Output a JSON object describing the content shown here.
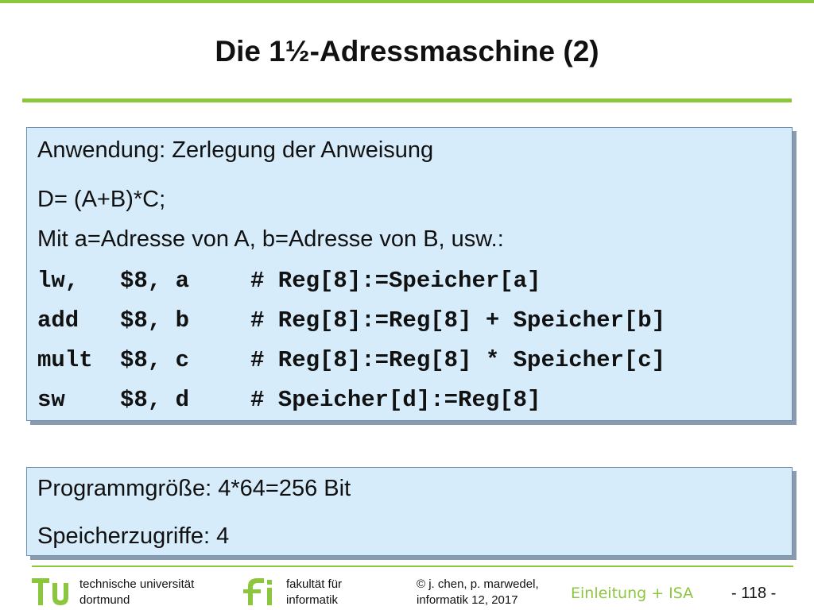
{
  "slide": {
    "title": "Die 1½-Adressmaschine (2)",
    "box1": {
      "lines": [
        "Anwendung: Zerlegung der Anweisung",
        "D= (A+B)*C;",
        "Mit a=Adresse von A, b=Adresse von B, usw.:"
      ],
      "code": [
        {
          "op": "lw,",
          "args": "$8, a",
          "comment": "# Reg[8]:=Speicher[a]"
        },
        {
          "op": "add",
          "args": "$8, b",
          "comment": "# Reg[8]:=Reg[8] + Speicher[b]"
        },
        {
          "op": "mult",
          "args": "$8, c",
          "comment": "# Reg[8]:=Reg[8] * Speicher[c]"
        },
        {
          "op": "sw",
          "args": "$8, d",
          "comment": "# Speicher[d]:=Reg[8]"
        }
      ]
    },
    "box2": {
      "lines": [
        "Programmgröße: 4*64=256 Bit",
        "Speicherzugriffe: 4"
      ]
    }
  },
  "footer": {
    "uni_line1": "technische universität",
    "uni_line2": "dortmund",
    "fak_line1": "fakultät für",
    "fak_line2": "informatik",
    "copy_line1": "© j. chen, p. marwedel,",
    "copy_line2": "informatik 12,  2017",
    "course": "Einleitung + ISA",
    "page": "-  118 -",
    "accent_color": "#8cc63f"
  }
}
